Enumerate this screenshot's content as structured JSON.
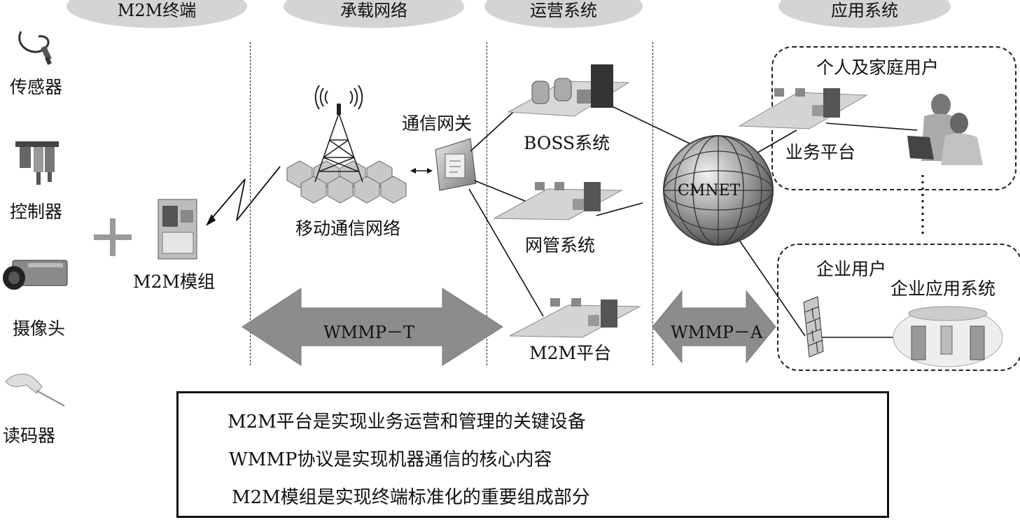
{
  "headers": {
    "terminal": "M2M终端",
    "bearer": "承载网络",
    "operations": "运营系统",
    "application": "应用系统"
  },
  "devices": {
    "sensor": "传感器",
    "controller": "控制器",
    "camera": "摄像头",
    "reader": "读码器"
  },
  "module": "M2M模组",
  "mobile_network": "移动通信网络",
  "gateway": "通信网关",
  "boss": "BOSS系统",
  "nms": "网管系统",
  "m2m_platform": "M2M平台",
  "cmnet": "CMNET",
  "personal_group": "个人及家庭用户",
  "service_platform": "业务平台",
  "enterprise_group": "企业用户",
  "enterprise_system": "企业应用系统",
  "protocols": {
    "t": "WMMP－T",
    "a": "WMMP－A"
  },
  "notes": [
    "M2M平台是实现业务运营和管理的关键设备",
    "WMMP协议是实现机器通信的核心内容",
    "M2M模组是实现终端标准化的重要组成部分"
  ]
}
